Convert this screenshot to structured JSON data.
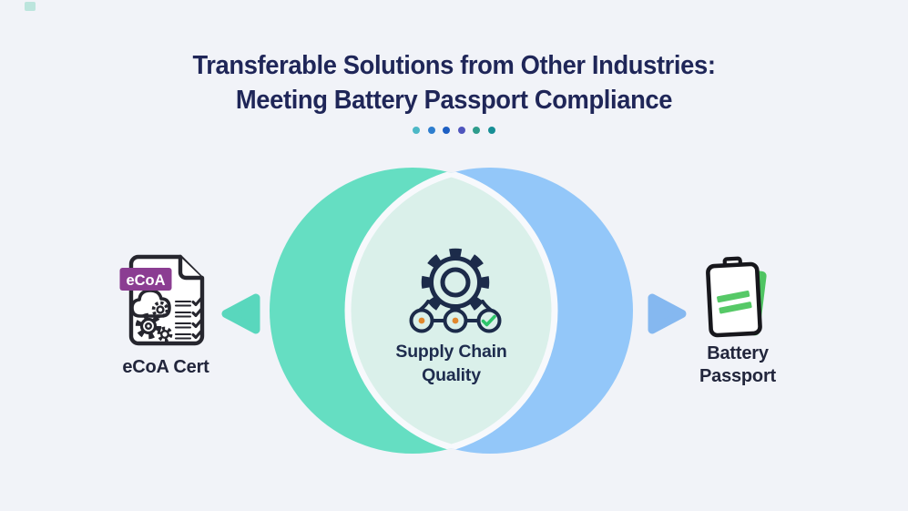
{
  "page": {
    "background_color": "#F1F3F8"
  },
  "title": {
    "line1": "Transferable Solutions from Other Industries:",
    "line2": "Meeting Battery Passport Compliance",
    "color": "#1F2658"
  },
  "divider_dots": {
    "colors": [
      "#4CB8C6",
      "#2E7ECF",
      "#1D5FC3",
      "#4F55BD",
      "#2E9C8C",
      "#178F96"
    ]
  },
  "venn": {
    "left_circle_color": "#65DEC2",
    "right_circle_color": "#93C7F9",
    "overlap_fill": "#DAF0EA",
    "overlap_border": "#F7F9FC",
    "center_icon": "gear-supply-chain-icon",
    "center_icon_outline": "#1C2B4A",
    "center_icon_dot_color": "#E0872E",
    "center_icon_check_color": "#2EC56A",
    "center_label_line1": "Supply Chain",
    "center_label_line2": "Quality"
  },
  "left_item": {
    "icon": "ecoa-certificate-document-icon",
    "badge": "eCoA",
    "badge_color": "#8B3D92",
    "badge_text_color": "#FFFFFF",
    "label": "eCoA Cert",
    "arrow_direction": "left",
    "arrow_color": "#59D7BD",
    "outline_color": "#26262E"
  },
  "right_item": {
    "icon": "battery-passport-icon",
    "label_line1": "Battery",
    "label_line2": "Passport",
    "arrow_direction": "right",
    "arrow_color": "#85B8F0",
    "outline_color": "#17171C",
    "stripe_color": "#56C967",
    "back_page_color": "#4FC462"
  }
}
